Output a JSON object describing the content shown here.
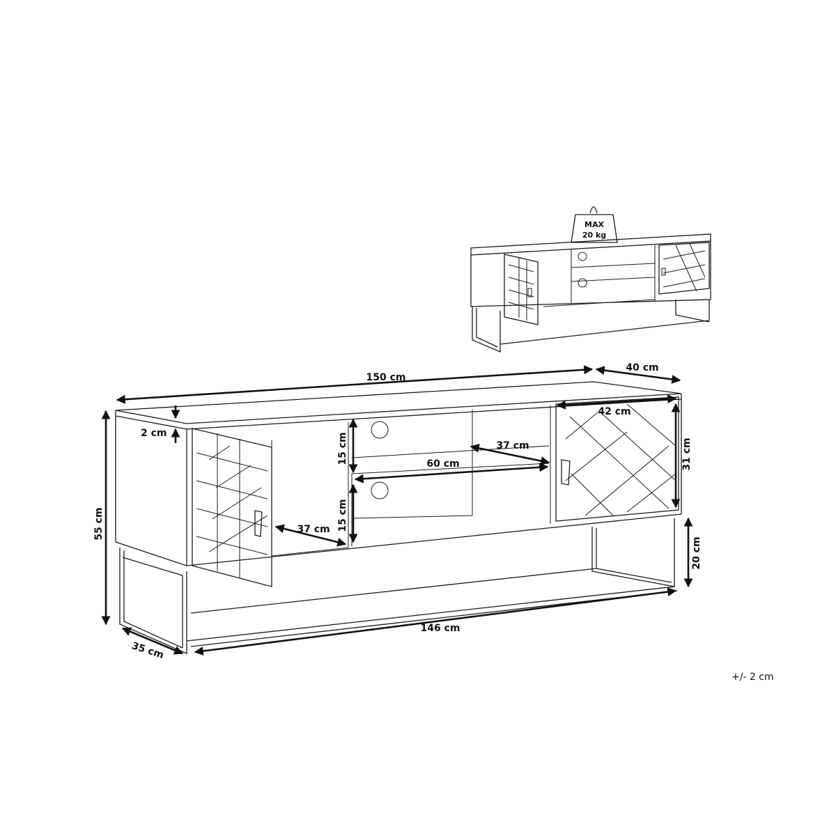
{
  "dimensions": {
    "width_top": "150 cm",
    "depth_top": "40 cm",
    "top_thickness": "2 cm",
    "total_height": "55 cm",
    "shelf_height_upper": "15 cm",
    "shelf_height_lower": "15 cm",
    "shelf_width": "60 cm",
    "shelf_depth": "37 cm",
    "cabinet_depth": "37 cm",
    "door_width": "42 cm",
    "door_height": "31 cm",
    "leg_height": "20 cm",
    "frame_width": "146 cm",
    "frame_depth": "35 cm"
  },
  "max_load": {
    "line1": "MAX",
    "line2": "20 kg"
  },
  "tolerance": "+/- 2 cm"
}
